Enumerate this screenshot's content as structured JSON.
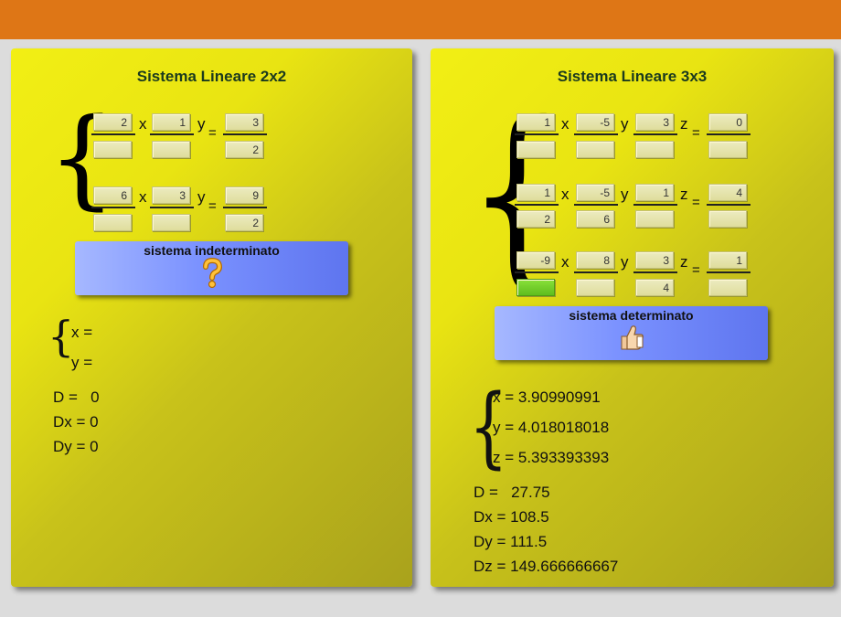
{
  "colors": {
    "header": "#de7616",
    "panel": "#e9e412",
    "button": "#7b92ff",
    "ok_field": "#6cc626"
  },
  "panel2": {
    "title": "Sistema Lineare 2x2",
    "rows": [
      {
        "a": "2",
        "b": "1",
        "c_num": "3",
        "c_den": "2",
        "a_den": "",
        "b_den": ""
      },
      {
        "a": "6",
        "b": "3",
        "c_num": "9",
        "c_den": "2",
        "a_den": "",
        "b_den": ""
      }
    ],
    "var_x": "x",
    "var_y": "y",
    "eq": "=",
    "status_label": "sistema indeterminato",
    "status_icon": "question-mark-icon",
    "solution": {
      "x": "x =",
      "y": "y ="
    },
    "determinants": {
      "D": "D =   0",
      "Dx": "Dx = 0",
      "Dy": "Dy = 0"
    }
  },
  "panel3": {
    "title": "Sistema Lineare 3x3",
    "rows": [
      {
        "a": "1",
        "b": "-5",
        "c": "3",
        "d": "0",
        "a_den": "",
        "b_den": "",
        "c_den": "",
        "d_den": ""
      },
      {
        "a": "1",
        "b": "-5",
        "c": "1",
        "d": "4",
        "a_den": "2",
        "b_den": "6",
        "c_den": "",
        "d_den": ""
      },
      {
        "a": "-9",
        "b": "8",
        "c": "3",
        "d": "1",
        "a_den": "",
        "b_den": "",
        "c_den": "4",
        "d_den": ""
      }
    ],
    "var_x": "x",
    "var_y": "y",
    "var_z": "z",
    "eq": "=",
    "status_label": "sistema determinato",
    "status_icon": "thumbs-up-icon",
    "solution": {
      "x": "x = 3.90990991",
      "y": "y = 4.018018018",
      "z": "z = 5.393393393"
    },
    "determinants": {
      "D": "D =   27.75",
      "Dx": "Dx = 108.5",
      "Dy": "Dy = 111.5",
      "Dz": "Dz = 149.666666667"
    }
  }
}
